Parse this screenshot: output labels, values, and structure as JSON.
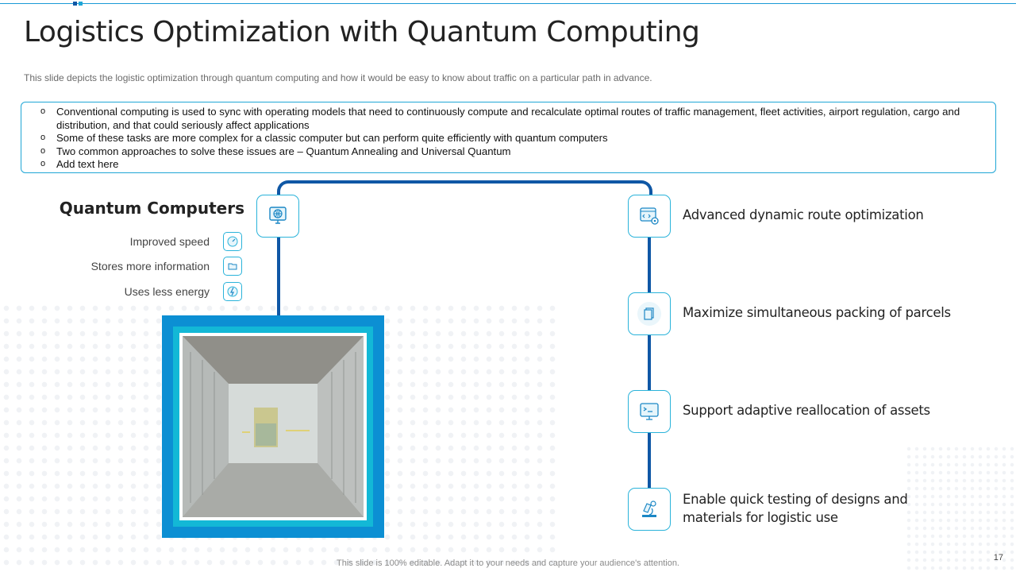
{
  "slide": {
    "title": "Logistics Optimization with Quantum Computing",
    "subtitle": "This slide depicts the logistic optimization through quantum computing and how it would be easy to know about traffic on a particular path in advance.",
    "bullets": [
      "Conventional computing is used to sync with operating models that need to continuously compute and recalculate optimal routes of traffic management, fleet activities, airport regulation, cargo and distribution, and that could seriously affect applications",
      "Some of these tasks are more complex for a classic computer but can perform quite efficiently with quantum computers",
      "Two common approaches to solve these issues are – Quantum Annealing and Universal Quantum",
      "Add text here"
    ],
    "quantum": {
      "heading": "Quantum Computers",
      "icon": "globe-monitor-icon",
      "features": [
        {
          "label": "Improved speed",
          "icon": "speedometer-icon"
        },
        {
          "label": "Stores more information",
          "icon": "folder-icon"
        },
        {
          "label": "Uses less energy",
          "icon": "energy-icon"
        }
      ]
    },
    "benefits": [
      {
        "label": "Advanced dynamic route optimization",
        "icon": "code-gear-icon"
      },
      {
        "label": "Maximize simultaneous packing of parcels",
        "icon": "documents-icon"
      },
      {
        "label": "Support adaptive reallocation of assets",
        "icon": "terminal-monitor-icon"
      },
      {
        "label": "Enable quick testing of designs and materials for logistic use",
        "icon": "microscope-icon"
      }
    ],
    "photo_icon": "warehouse-forklift-photo",
    "footer": "This slide is 100% editable. Adapt it to your needs and capture your audience's attention.",
    "page_number": "17",
    "colors": {
      "accent": "#1fa6d6",
      "connector": "#0f57a5",
      "frame_outer": "#0c8fd3",
      "frame_inner": "#13b8d6"
    }
  }
}
